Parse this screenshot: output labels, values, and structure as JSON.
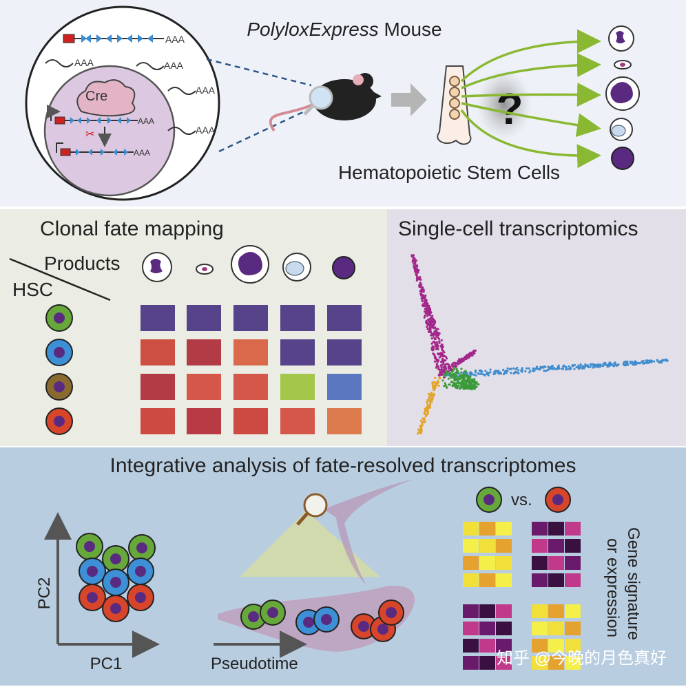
{
  "top": {
    "title_italic": "PolyloxExpress",
    "title_rest": " Mouse",
    "polya": "AAA",
    "cre": "Cre",
    "question": "?",
    "hsc_label": "Hematopoietic Stem Cells"
  },
  "clonal": {
    "title": "Clonal fate mapping",
    "products_label": "Products",
    "hsc_label": "HSC",
    "rows": [
      {
        "hsc_color": "#67a83a",
        "cells": [
          "#56438a",
          "#56438a",
          "#56438a",
          "#56438a",
          "#56438a"
        ]
      },
      {
        "hsc_color": "#3d8fd6",
        "cells": [
          "#cc4f42",
          "#b33b45",
          "#d9694a",
          "#56438a",
          "#56438a"
        ]
      },
      {
        "hsc_color": "#8a6a2e",
        "cells": [
          "#b33b45",
          "#d4574a",
          "#d4574a",
          "#a4c64a",
          "#5b77bf"
        ]
      },
      {
        "hsc_color": "#d7452b",
        "cells": [
          "#cc4a42",
          "#b83a45",
          "#cc4a42",
          "#d4574a",
          "#dd7a4e"
        ]
      }
    ],
    "colors": {
      "panel_bg": "#ebede4",
      "purple": "#56438a"
    }
  },
  "singlecell": {
    "title": "Single-cell transcriptomics",
    "colors": {
      "panel_bg": "#e2dfe8",
      "magenta": "#a3268a",
      "orange": "#e3a425",
      "green": "#3b9a3a",
      "blue": "#3f8ccf"
    }
  },
  "integrative": {
    "title": "Integrative analysis of fate-resolved transcriptomes",
    "pc1": "PC1",
    "pc2": "PC2",
    "pseudotime": "Pseudotime",
    "vs": "vs.",
    "gene_label_line1": "Gene signature",
    "gene_label_line2": "or expression",
    "colors": {
      "panel_bg": "#b8cde0"
    }
  },
  "watermark": "知乎 @今晚的月色真好"
}
